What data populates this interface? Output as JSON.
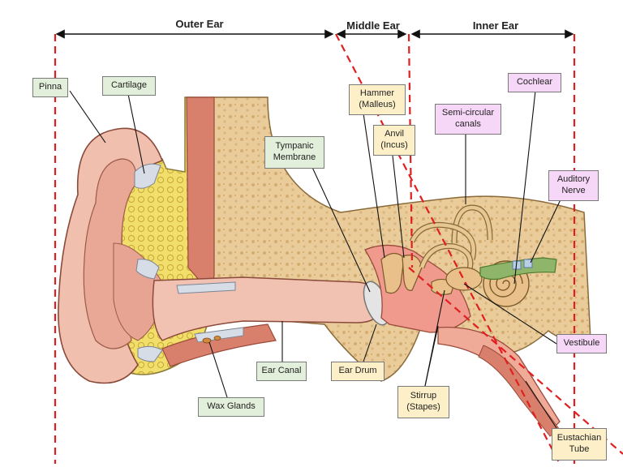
{
  "sections": {
    "outer": "Outer Ear",
    "middle": "Middle Ear",
    "inner": "Inner Ear"
  },
  "labels": {
    "pinna": "Pinna",
    "cartilage": "Cartilage",
    "tympanic_membrane": "Tympanic\nMembrane",
    "hammer": "Hammer\n(Malleus)",
    "anvil": "Anvil\n(Incus)",
    "semicircular_canals": "Semi-circular\ncanals",
    "cochlear": "Cochlear",
    "auditory_nerve": "Auditory\nNerve",
    "vestibule": "Vestibule",
    "ear_canal": "Ear Canal",
    "ear_drum": "Ear Drum",
    "wax_glands": "Wax Glands",
    "stirrup": "Stirrup\n(Stapes)",
    "eustachian_tube": "Eustachian\nTube"
  },
  "colors": {
    "boundary_dash": "#e02020",
    "skin": "#f1c3b4",
    "cartilage_yellow": "#f3df6c",
    "bone": "#e8c997",
    "muscle": "#dc8a78",
    "green_label": "#e2efda",
    "yellow_label": "#fdf0c8",
    "pink_label": "#f7d7f7"
  }
}
